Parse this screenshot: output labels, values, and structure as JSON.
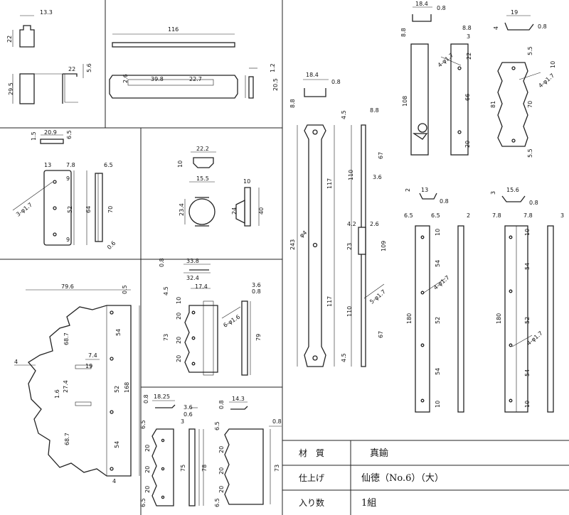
{
  "dims": {
    "p1": {
      "d1": "13.3",
      "d2": "22",
      "d3": "29.5",
      "d4": "22",
      "d5": "5.6"
    },
    "p2": {
      "d1": "116",
      "d2": "2.6",
      "d3": "39.8",
      "d4": "22.7",
      "d5": "1.2",
      "d6": "20.5"
    },
    "p3": {
      "d1": "20.9",
      "d2": "1.5",
      "d3": "6.5",
      "d4": "13",
      "d5": "7.8",
      "d6": "6.5",
      "d7": "9",
      "d8": "52",
      "d9": "64",
      "d10": "70",
      "d11": "3-φ1.7",
      "d12": "9",
      "d13": "0.6"
    },
    "p4": {
      "d1": "22.2",
      "d2": "10",
      "d3": "15.5",
      "d4": "23.4",
      "d5": "24",
      "d6": "10",
      "d7": "40"
    },
    "p5": {
      "d1": "79.6",
      "d2": "0.5",
      "d3": "4",
      "d4": "54",
      "d5": "68.7",
      "d6": "7.4",
      "d7": "19",
      "d8": "52",
      "d9": "168",
      "d10": "1.6",
      "d11": "27.4",
      "d12": "68.7",
      "d13": "54",
      "d14": "4"
    },
    "p6": {
      "d1": "33.8",
      "d2": "0.8",
      "d3": "32.4",
      "d4": "17.4",
      "d5": "3.6",
      "d6": "0.8",
      "d7": "4.5",
      "d8": "10",
      "d9": "20",
      "d10": "73",
      "d11": "20",
      "d12": "20",
      "d13": "6-φ1.6",
      "d14": "79"
    },
    "p7": {
      "d1": "18.25",
      "d2": "0.8",
      "d3": "3.6",
      "d4": "0.6",
      "d5": "6.5",
      "d6": "20",
      "d7": "20",
      "d8": "20",
      "d9": "6.5",
      "d10": "75",
      "d11": "78",
      "d12": "3"
    },
    "p8": {
      "d1": "14.3",
      "d2": "0.8",
      "d3": "0.8",
      "d4": "6.5",
      "d5": "20",
      "d6": "20",
      "d7": "20",
      "d8": "6.5",
      "d9": "73"
    },
    "p9": {
      "d1": "18.4",
      "d2": "0.8",
      "d3": "8.8",
      "d4": "4.5",
      "d5": "8.8",
      "d6": "67",
      "d7": "110",
      "d8": "3.6",
      "d9": "117",
      "d10": "243",
      "d11": "φ4",
      "d12": "4.2",
      "d13": "2.6",
      "d14": "23",
      "d15": "109",
      "d16": "117",
      "d17": "5-φ1.7",
      "d18": "110",
      "d19": "67",
      "d20": "4.5"
    },
    "p10": {
      "d1": "18.4",
      "d2": "0.8",
      "d3": "8.8",
      "d4": "8.8",
      "d5": "3",
      "d6": "4-φ1.7",
      "d7": "22",
      "d8": "108",
      "d9": "66",
      "d10": "20"
    },
    "p11": {
      "d1": "19",
      "d2": "0.8",
      "d3": "4",
      "d4": "5.5",
      "d5": "4-φ1.7",
      "d6": "10",
      "d7": "81",
      "d8": "70",
      "d9": "5.5"
    },
    "p12": {
      "d1": "2",
      "d2": "13",
      "d3": "0.8",
      "d4": "6.5",
      "d5": "6.5",
      "d6": "2",
      "d7": "10",
      "d8": "54",
      "d9": "4-φ1.7",
      "d10": "180",
      "d11": "52",
      "d12": "54",
      "d13": "10"
    },
    "p13": {
      "d1": "3",
      "d2": "15.6",
      "d3": "0.8",
      "d4": "7.8",
      "d5": "7.8",
      "d6": "3",
      "d7": "10",
      "d8": "54",
      "d9": "180",
      "d10": "52",
      "d11": "4-φ1.7",
      "d12": "54",
      "d13": "10"
    }
  },
  "table": {
    "row1": {
      "label": "材　質",
      "value": "真鍮"
    },
    "row2": {
      "label": "仕上げ",
      "value": "仙徳（No.6）（大）"
    },
    "row3": {
      "label": "入り数",
      "value": "1組"
    }
  }
}
